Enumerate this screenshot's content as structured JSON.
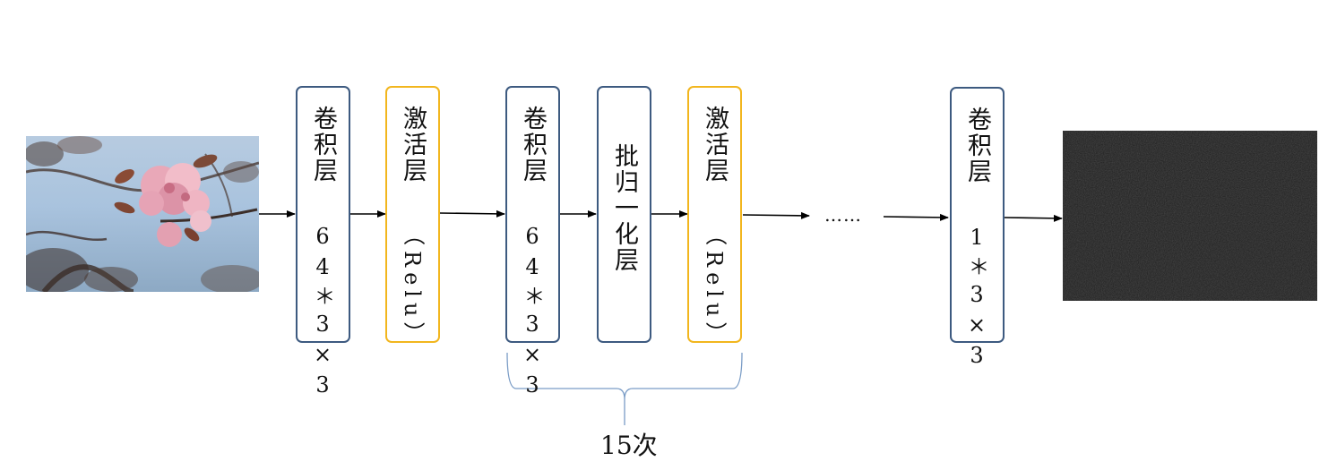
{
  "nodes": {
    "input_image": {
      "alt": "cherry blossom photo"
    },
    "conv1": {
      "title": "卷积层",
      "sub": "64＊3×3"
    },
    "relu1": {
      "title": "激活层",
      "sub": "（Relu）"
    },
    "conv2": {
      "title": "卷积层",
      "sub": "64＊3×3"
    },
    "bn": {
      "title": "批归一化层"
    },
    "relu2": {
      "title": "激活层",
      "sub": "（Relu）"
    },
    "conv_last": {
      "title": "卷积层",
      "sub": "1＊3×3"
    },
    "output_image": {
      "alt": "noise residual image"
    }
  },
  "ellipsis": "……",
  "repeat_label": "15次",
  "colors": {
    "conv_border": "#3d5a80",
    "relu_border": "#f2b61e",
    "brace": "#7a9cc6",
    "arrow": "#000000"
  }
}
